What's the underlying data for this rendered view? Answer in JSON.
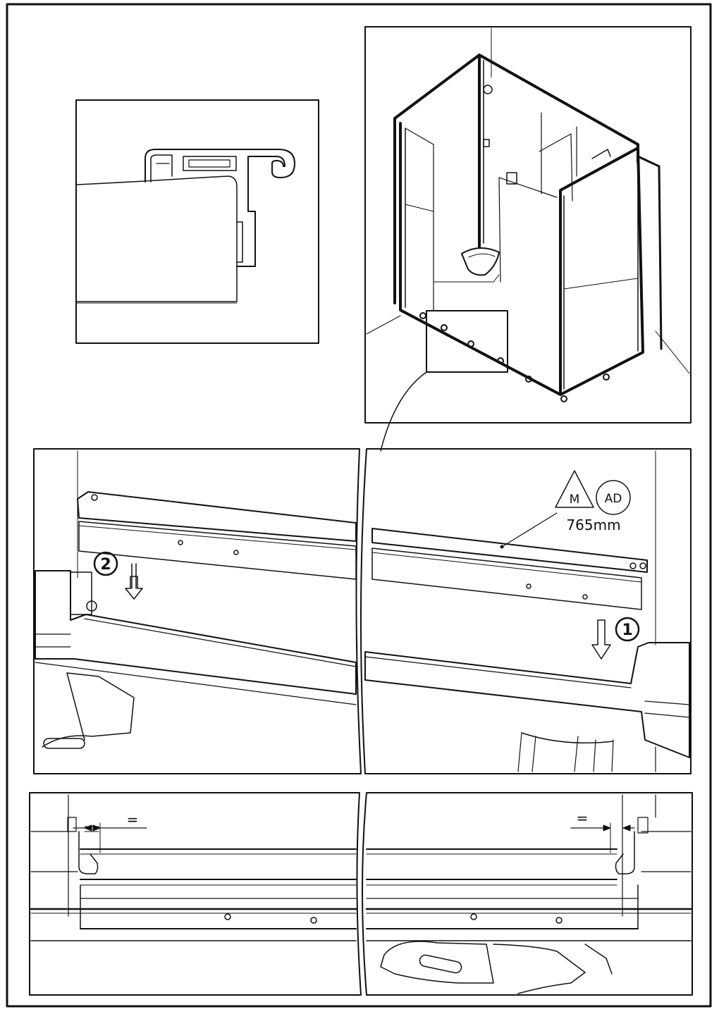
{
  "step_markers": {
    "step_1": "1",
    "step_2": "2"
  },
  "symbols": {
    "triangle_letter": "M",
    "circle_letters": "AD",
    "dimension": "765mm"
  },
  "spacing": {
    "equal_left": "=",
    "equal_right": "="
  }
}
